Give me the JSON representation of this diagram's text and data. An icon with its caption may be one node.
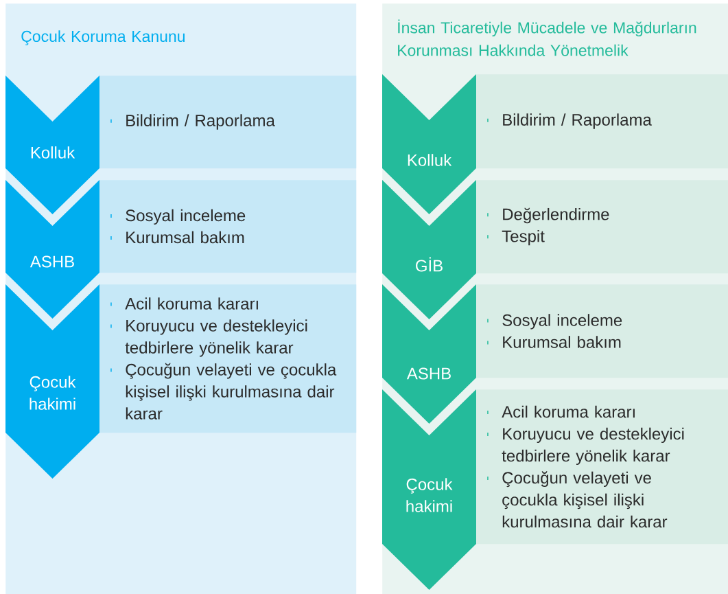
{
  "diagram": {
    "nodes": [
      {
        "text": [
          "Çocuk Koruma Kanunu"
        ]
      },
      {
        "text": [
          "Kolluk"
        ],
        "in": 0
      },
      {
        "text": [
          "Bildirim / Raporlama"
        ],
        "in": 0
      },
      {
        "text": [
          "ASHB"
        ],
        "in": 0
      },
      {
        "text": [
          "Sosyal inceleme",
          "Kurumsal bakım"
        ],
        "in": 0
      },
      {
        "text": [
          "Çocuk hakimi"
        ],
        "in": 0
      },
      {
        "text": [
          "Acil koruma kararı",
          "Koruyucu ve destekleyici tedbirlere yönelik karar",
          "Çocuğun velayeti ve çocukla kişisel ilişki kurulmasına dair karar"
        ],
        "in": 0
      },
      {
        "text": [
          "İnsan Ticaretiyle Mücadele ve Mağdurların Korunması Hakkında Yönetmelik"
        ]
      },
      {
        "text": [
          "Kolluk"
        ],
        "in": 7
      },
      {
        "text": [
          "Bildirim / Raporlama"
        ],
        "in": 7
      },
      {
        "text": [
          "GİB"
        ],
        "in": 7
      },
      {
        "text": [
          "Değerlendirme",
          "Tespit"
        ],
        "in": 7
      },
      {
        "text": [
          "ASHB"
        ],
        "in": 7
      },
      {
        "text": [
          "Sosyal inceleme",
          "Kurumsal bakım"
        ],
        "in": 7
      },
      {
        "text": [
          "Çocuk hakimi"
        ],
        "in": 7
      },
      {
        "text": [
          "Acil koruma kararı",
          "Koruyucu ve destekleyici tedbirlere yönelik karar",
          "Çocuğun velayeti ve çocukla kişisel ilişki kurulmasına dair karar"
        ],
        "in": 7
      }
    ]
  }
}
